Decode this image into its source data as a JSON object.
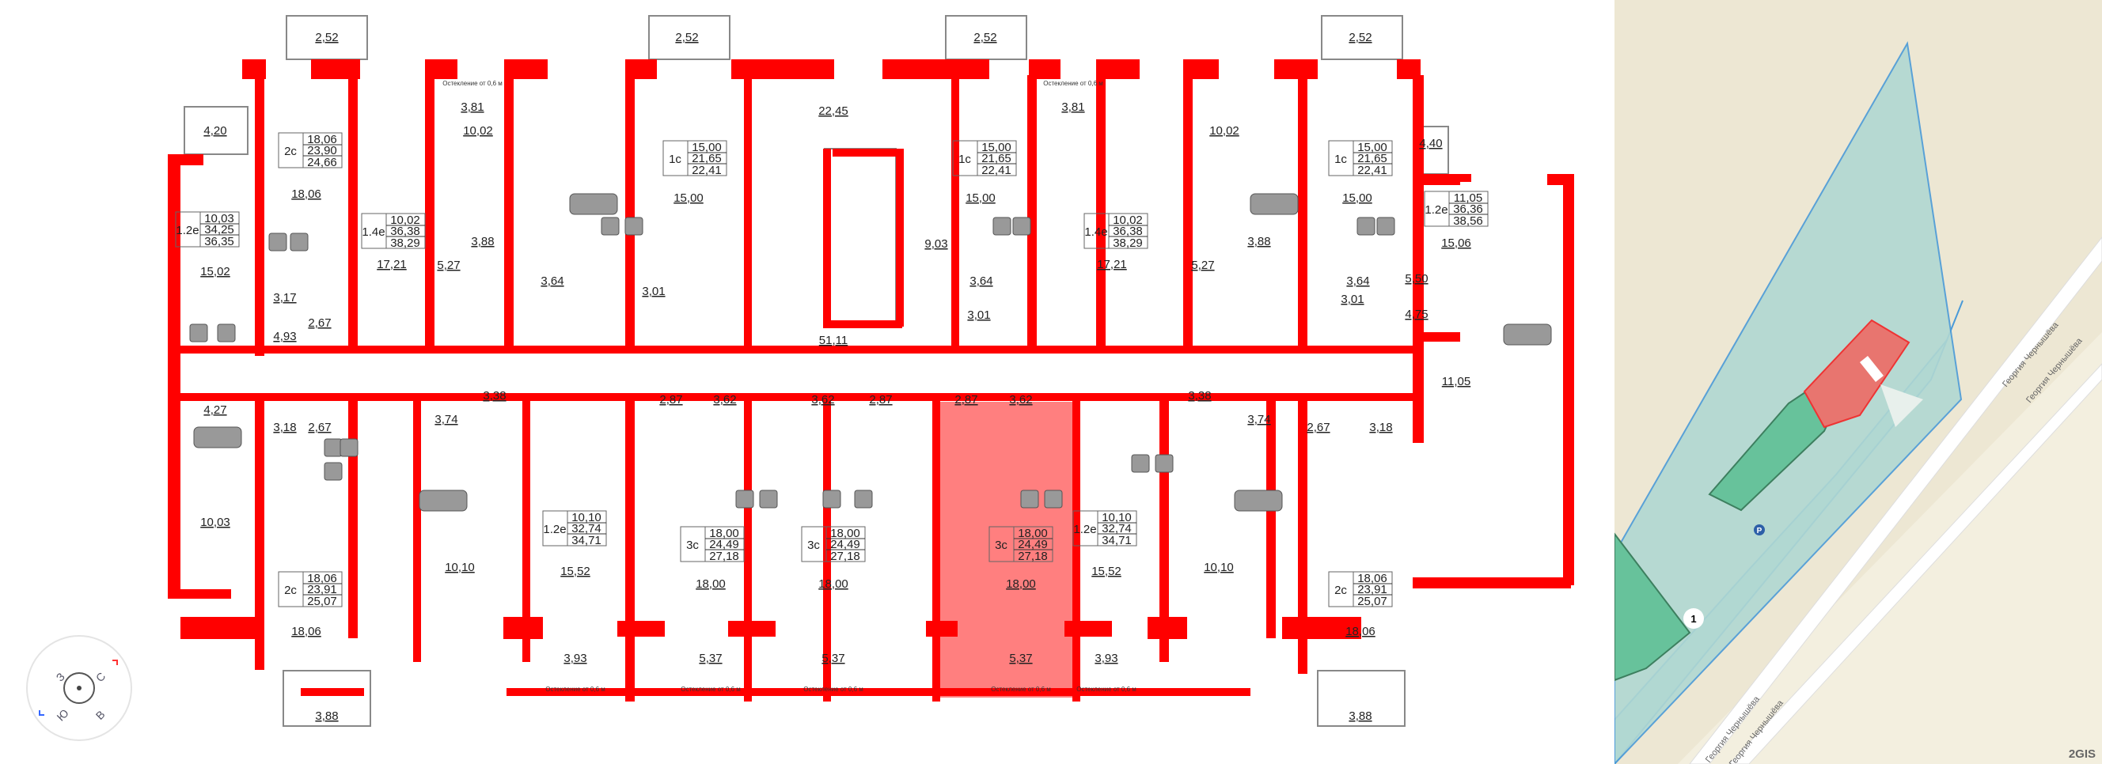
{
  "colors": {
    "wall": "#ff0000",
    "highlight": "#ff7f7f",
    "map_bg": "#ede7d3",
    "selected_building": "#e8756f",
    "other_building": "#67c29b",
    "plot": "#b1d8d2",
    "plot_border": "#4a9ad8"
  },
  "glazing_label": "Остекление от 0,6 м",
  "rooms": [
    "2,52",
    "2,52",
    "2,52",
    "2,52",
    "3,81",
    "3,81",
    "4,20",
    "4,40",
    "22,45",
    "10,02",
    "10,02",
    "18,06",
    "15,00",
    "15,00",
    "15,00",
    "15,02",
    "17,21",
    "17,21",
    "3,88",
    "3,88",
    "5,27",
    "5,27",
    "3,64",
    "3,64",
    "3,64",
    "3,01",
    "3,01",
    "3,01",
    "9,03",
    "3,17",
    "2,67",
    "2,67",
    "2,67",
    "4,93",
    "51,11",
    "4,27",
    "3,18",
    "3,18",
    "3,38",
    "3,38",
    "3,74",
    "3,74",
    "2,87",
    "2,87",
    "2,87",
    "3,62",
    "3,62",
    "3,62",
    "5,50",
    "4,75",
    "15,06",
    "10,03",
    "10,10",
    "10,10",
    "15,52",
    "15,52",
    "18,00",
    "18,00",
    "18,00",
    "11,05",
    "18,06",
    "18,06",
    "3,93",
    "3,93",
    "5,37",
    "5,37",
    "5,37",
    "3,88",
    "3,88"
  ],
  "apartments": [
    {
      "type": "1.2е",
      "living": "10,03",
      "total": "34,25",
      "total_balcony": "36,35"
    },
    {
      "type": "2с",
      "living": "18,06",
      "total": "23,90",
      "total_balcony": "24,66"
    },
    {
      "type": "1.4е",
      "living": "10,02",
      "total": "36,38",
      "total_balcony": "38,29"
    },
    {
      "type": "1с",
      "living": "15,00",
      "total": "21,65",
      "total_balcony": "22,41"
    },
    {
      "type": "1с",
      "living": "15,00",
      "total": "21,65",
      "total_balcony": "22,41"
    },
    {
      "type": "1.4е",
      "living": "10,02",
      "total": "36,38",
      "total_balcony": "38,29"
    },
    {
      "type": "1с",
      "living": "15,00",
      "total": "21,65",
      "total_balcony": "22,41"
    },
    {
      "type": "1.2е",
      "living": "11,05",
      "total": "36,36",
      "total_balcony": "38,56"
    },
    {
      "type": "1.2е",
      "living": "10,10",
      "total": "32,74",
      "total_balcony": "34,71"
    },
    {
      "type": "3с",
      "living": "18,00",
      "total": "24,49",
      "total_balcony": "27,18"
    },
    {
      "type": "3с",
      "living": "18,00",
      "total": "24,49",
      "total_balcony": "27,18"
    },
    {
      "type": "3с",
      "living": "18,00",
      "total": "24,49",
      "total_balcony": "27,18",
      "selected": true
    },
    {
      "type": "1.2е",
      "living": "10,10",
      "total": "32,74",
      "total_balcony": "34,71"
    },
    {
      "type": "2с",
      "living": "18,06",
      "total": "23,91",
      "total_balcony": "25,07"
    },
    {
      "type": "2с",
      "living": "18,06",
      "total": "23,91",
      "total_balcony": "25,07"
    }
  ],
  "compass": {
    "n": "С",
    "e": "В",
    "s": "Ю",
    "w": "З"
  },
  "map": {
    "street_names": [
      "Георгия Чернышёва",
      "Георгия Чернышёва",
      "Георгия Чернышёва",
      "Георгия Чернышёва"
    ],
    "entrance_marker": "1",
    "parking_icon": "P",
    "attribution": "2GIS"
  }
}
